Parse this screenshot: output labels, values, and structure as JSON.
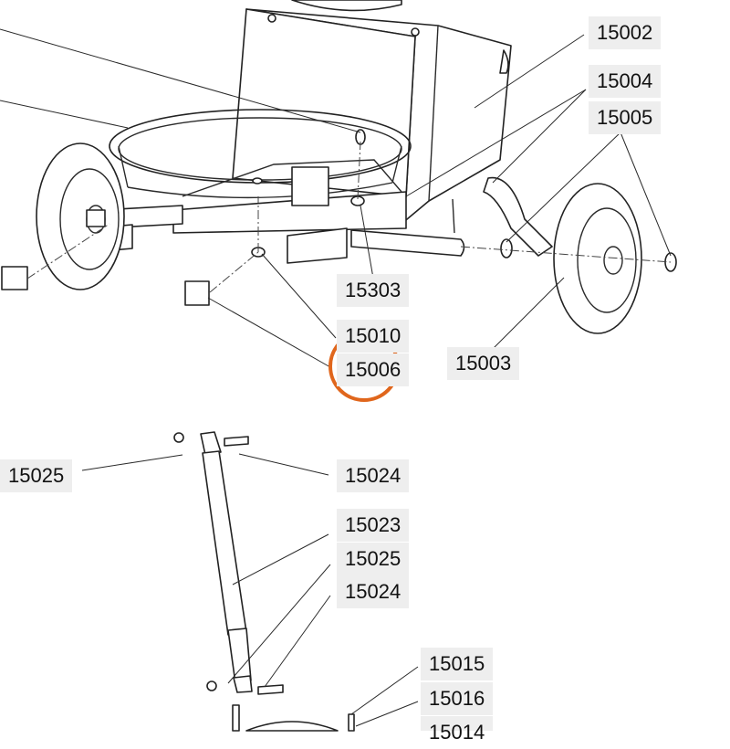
{
  "labels": {
    "p15002": "15002",
    "p15004": "15004",
    "p15005": "15005",
    "p15303": "15303",
    "p15010": "15010",
    "p15006": "15006",
    "p15003": "15003",
    "p15025a": "15025",
    "p15024a": "15024",
    "p15023": "15023",
    "p15025b": "15025",
    "p15024b": "15024",
    "p15015": "15015",
    "p15016": "15016",
    "p15014": "15014"
  },
  "highlight": {
    "target_label": "15006",
    "color": "#e0661c"
  },
  "icons": {
    "highlight": "highlight-circle-icon"
  }
}
